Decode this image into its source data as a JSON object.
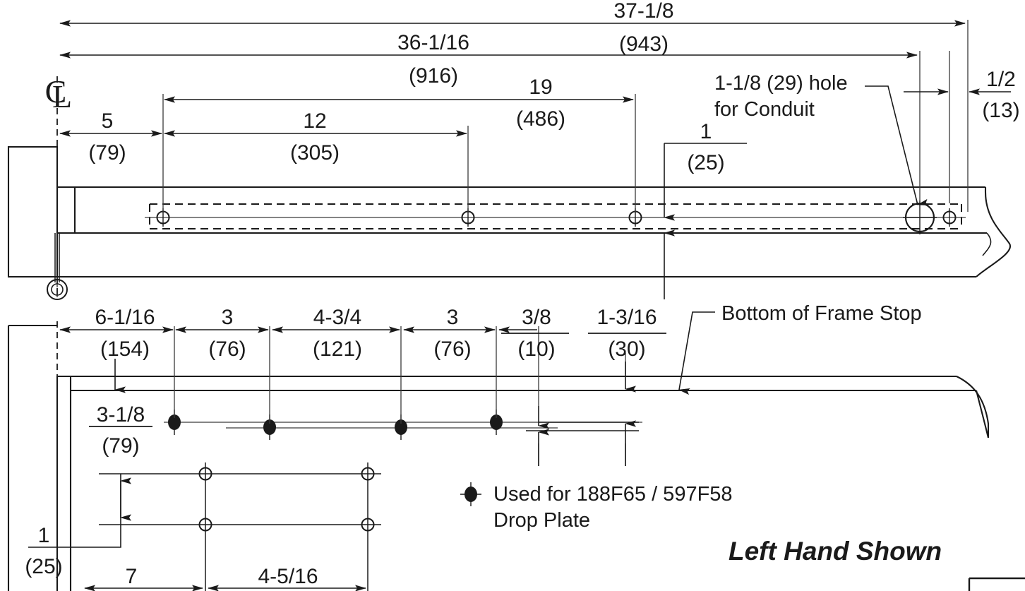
{
  "drawing": {
    "title_note": "Left Hand Shown",
    "centerline_symbol": "C L",
    "legend": {
      "line1": "Used for 188F65 / 597F58",
      "line2": "Drop Plate",
      "marker": "filled-dot"
    },
    "leaders": [
      {
        "id": "conduit",
        "line1": "1-1/8 (29) hole",
        "line2": "for Conduit"
      },
      {
        "id": "frame_stop",
        "line1": "Bottom of Frame Stop"
      }
    ],
    "colors": {
      "line": "#1a1a1a",
      "thin_line": "#3a3a3a",
      "background": "#ffffff",
      "text": "#1a1a1a"
    },
    "dimensions_upper": [
      {
        "id": "overall_37_1_8",
        "imperial": "37-1/8",
        "metric": "(943)"
      },
      {
        "id": "overall_36_1_16",
        "imperial": "36-1/16",
        "metric": "(916)"
      },
      {
        "id": "span_19",
        "imperial": "19",
        "metric": "(486)"
      },
      {
        "id": "edge_5",
        "imperial": "5",
        "metric": "(79)"
      },
      {
        "id": "span_12",
        "imperial": "12",
        "metric": "(305)"
      },
      {
        "id": "height_1",
        "imperial": "1",
        "metric": "(25)"
      },
      {
        "id": "end_1_2",
        "imperial": "1/2",
        "metric": "(13)"
      }
    ],
    "dimensions_lower": [
      {
        "id": "a_6_1_16",
        "imperial": "6-1/16",
        "metric": "(154)"
      },
      {
        "id": "b_3",
        "imperial": "3",
        "metric": "(76)"
      },
      {
        "id": "c_4_3_4",
        "imperial": "4-3/4",
        "metric": "(121)"
      },
      {
        "id": "d_3",
        "imperial": "3",
        "metric": "(76)"
      },
      {
        "id": "e_3_8",
        "imperial": "3/8",
        "metric": "(10)"
      },
      {
        "id": "f_1_3_16",
        "imperial": "1-3/16",
        "metric": "(30)"
      },
      {
        "id": "g_3_1_8",
        "imperial": "3-1/8",
        "metric": "(79)"
      }
    ],
    "dimensions_detail": [
      {
        "id": "h_1",
        "imperial": "1",
        "metric": "(25)"
      },
      {
        "id": "i_7",
        "imperial": "7",
        "metric": ""
      },
      {
        "id": "j_4_5_16",
        "imperial": "4-5/16",
        "metric": ""
      }
    ]
  }
}
